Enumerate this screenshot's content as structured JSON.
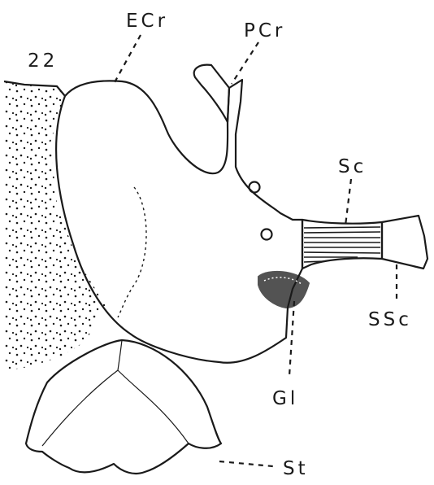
{
  "figure": {
    "number": "22",
    "labels": {
      "ecr": "ECr",
      "pcr": "PCr",
      "sc": "Sc",
      "ssc": "SSc",
      "gl": "Gl",
      "st": "St"
    }
  },
  "colors": {
    "ink": "#1a1a1a",
    "paper": "#ffffff"
  }
}
